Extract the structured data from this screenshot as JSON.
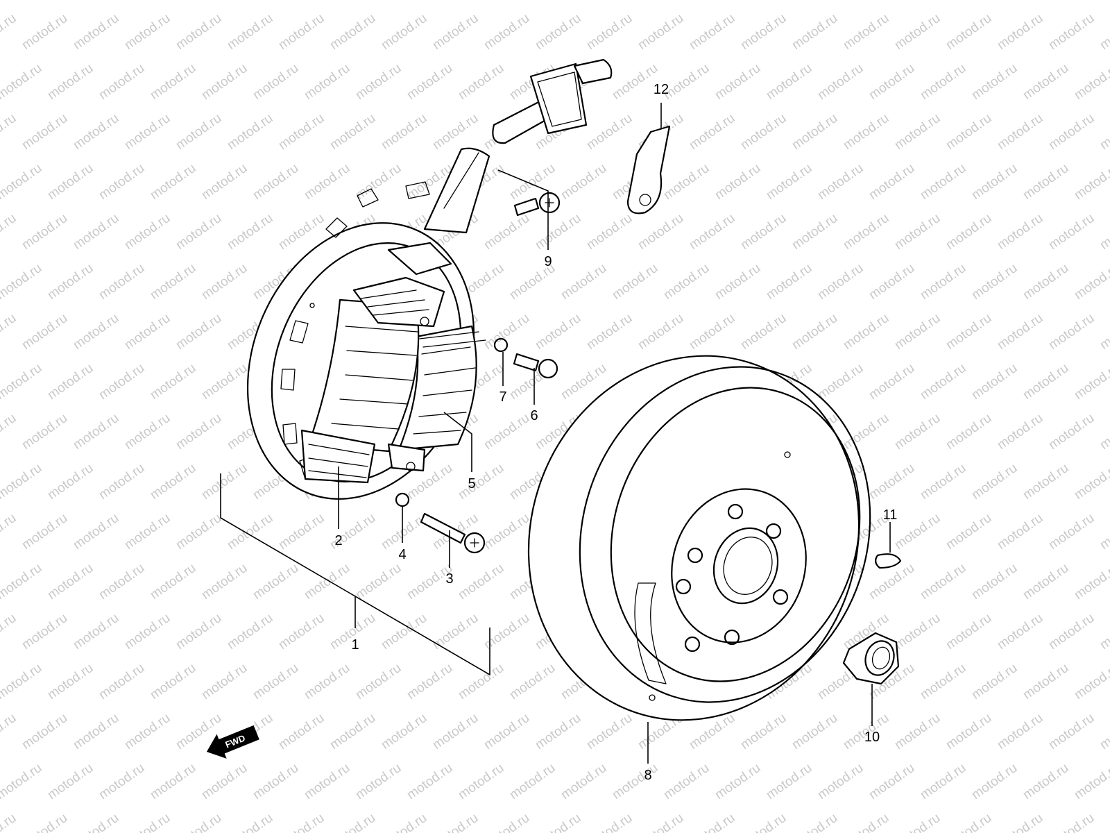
{
  "watermark": {
    "text": "motod.ru",
    "color": "#c9c9c9"
  },
  "direction_badge": {
    "text": "FWD",
    "color": "#000000"
  },
  "callouts": [
    {
      "id": "1",
      "label": "1"
    },
    {
      "id": "2",
      "label": "2"
    },
    {
      "id": "3",
      "label": "3"
    },
    {
      "id": "4",
      "label": "4"
    },
    {
      "id": "5",
      "label": "5"
    },
    {
      "id": "6",
      "label": "6"
    },
    {
      "id": "7",
      "label": "7"
    },
    {
      "id": "8",
      "label": "8"
    },
    {
      "id": "9",
      "label": "9"
    },
    {
      "id": "10",
      "label": "10"
    },
    {
      "id": "11",
      "label": "11"
    },
    {
      "id": "12",
      "label": "12"
    }
  ]
}
